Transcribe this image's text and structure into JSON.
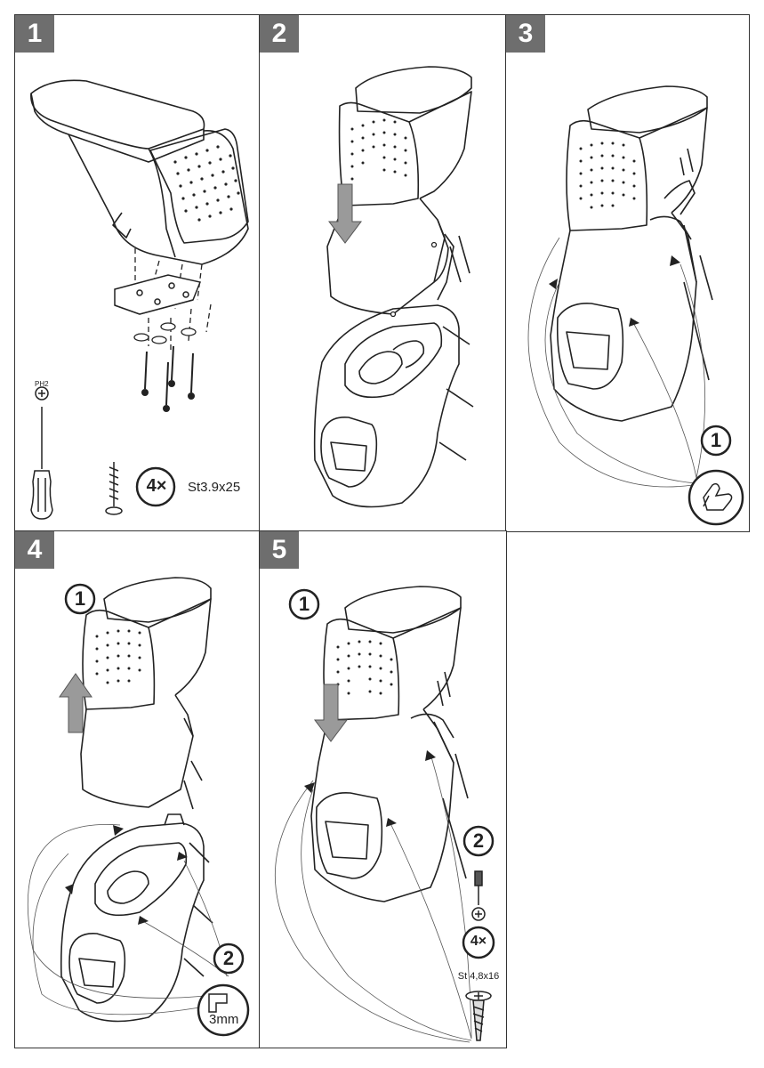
{
  "steps": [
    {
      "number": "1"
    },
    {
      "number": "2"
    },
    {
      "number": "3"
    },
    {
      "number": "4"
    },
    {
      "number": "5"
    }
  ],
  "step1": {
    "bit_label": "PH2",
    "screw_count": "4×",
    "screw_spec": "St3.9x25"
  },
  "step3": {
    "callout_1": "1"
  },
  "step4": {
    "callout_1": "1",
    "callout_2": "2",
    "drill_size": "3mm"
  },
  "step5": {
    "callout_1": "1",
    "callout_2": "2",
    "screw_count": "4×",
    "screw_spec": "St 4,8x16"
  },
  "colors": {
    "badge": "#6e6e6e",
    "arrow": "#9a9a9a",
    "line": "#222222"
  }
}
